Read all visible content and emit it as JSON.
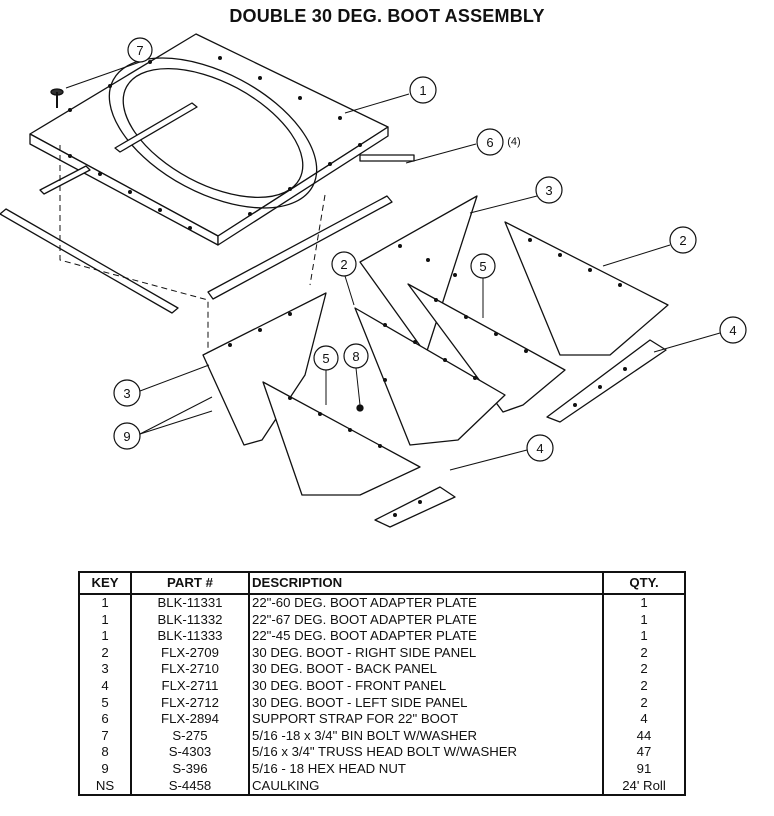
{
  "title": "DOUBLE 30 DEG. BOOT ASSEMBLY",
  "callouts": [
    {
      "id": "c7",
      "label": "7"
    },
    {
      "id": "c1",
      "label": "1"
    },
    {
      "id": "c6",
      "label": "6",
      "note": "(4)"
    },
    {
      "id": "c3a",
      "label": "3"
    },
    {
      "id": "c2a",
      "label": "2"
    },
    {
      "id": "c2b",
      "label": "2"
    },
    {
      "id": "c5a",
      "label": "5"
    },
    {
      "id": "c4a",
      "label": "4"
    },
    {
      "id": "c3b",
      "label": "3"
    },
    {
      "id": "c5b",
      "label": "5"
    },
    {
      "id": "c8",
      "label": "8"
    },
    {
      "id": "c9",
      "label": "9"
    },
    {
      "id": "c4b",
      "label": "4"
    }
  ],
  "table": {
    "headers": {
      "key": "KEY",
      "part": "PART #",
      "desc": "DESCRIPTION",
      "qty": "QTY."
    },
    "rows": [
      {
        "key": "1",
        "part": "BLK-11331",
        "desc": "22\"-60 DEG. BOOT ADAPTER PLATE",
        "qty": "1"
      },
      {
        "key": "1",
        "part": "BLK-11332",
        "desc": "22\"-67 DEG. BOOT ADAPTER PLATE",
        "qty": "1"
      },
      {
        "key": "1",
        "part": "BLK-11333",
        "desc": "22\"-45 DEG. BOOT ADAPTER PLATE",
        "qty": "1"
      },
      {
        "key": "2",
        "part": "FLX-2709",
        "desc": "30 DEG. BOOT - RIGHT SIDE PANEL",
        "qty": "2"
      },
      {
        "key": "3",
        "part": "FLX-2710",
        "desc": "30 DEG. BOOT - BACK PANEL",
        "qty": "2"
      },
      {
        "key": "4",
        "part": "FLX-2711",
        "desc": "30 DEG. BOOT - FRONT PANEL",
        "qty": "2"
      },
      {
        "key": "5",
        "part": "FLX-2712",
        "desc": "30 DEG. BOOT - LEFT SIDE PANEL",
        "qty": "2"
      },
      {
        "key": "6",
        "part": "FLX-2894",
        "desc": "SUPPORT STRAP FOR 22\" BOOT",
        "qty": "4"
      },
      {
        "key": "7",
        "part": "S-275",
        "desc": "5/16 -18 x 3/4\" BIN BOLT W/WASHER",
        "qty": "44"
      },
      {
        "key": "8",
        "part": "S-4303",
        "desc": "5/16 x 3/4\" TRUSS HEAD BOLT W/WASHER",
        "qty": "47"
      },
      {
        "key": "9",
        "part": "S-396",
        "desc": "5/16 - 18 HEX HEAD NUT",
        "qty": "91"
      },
      {
        "key": "NS",
        "part": "S-4458",
        "desc": "CAULKING",
        "qty": "24' Roll"
      }
    ]
  }
}
